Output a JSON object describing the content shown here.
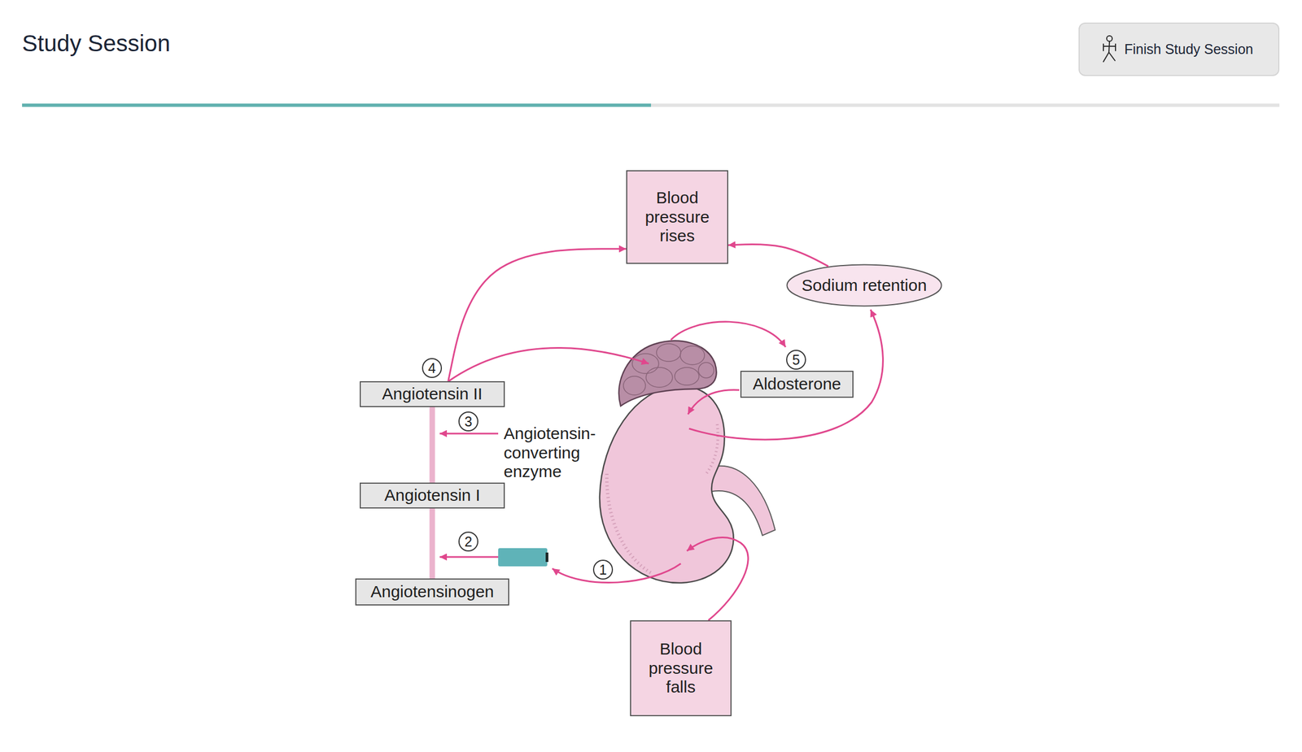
{
  "diagram": {
    "title": "Study Session",
    "nodes": [
      {
        "text": [
          "Finish Study Session"
        ]
      },
      {
        "text": [
          "Blood pressure rises"
        ]
      },
      {
        "text": [
          "Sodium retention"
        ]
      },
      {
        "text": [
          "Angiotensin II"
        ]
      },
      {
        "text": [
          "Aldosterone"
        ]
      },
      {
        "text": [
          "Angiotensin I"
        ]
      },
      {
        "text": [
          "Angiotensinogen"
        ]
      },
      {
        "text": [
          "Blood pressure falls"
        ]
      }
    ],
    "edges": [
      {
        "from": 3,
        "to": 1,
        "arrow": "to"
      },
      {
        "from": 2,
        "to": 1,
        "arrow": "to"
      },
      {
        "from": 6,
        "to": 5,
        "arrow": "none"
      },
      {
        "from": 5,
        "to": 3,
        "arrow": "none"
      }
    ],
    "labels": [
      "5",
      "4",
      "3",
      "Angiotensin- converting enzyme",
      "2",
      "1"
    ]
  }
}
